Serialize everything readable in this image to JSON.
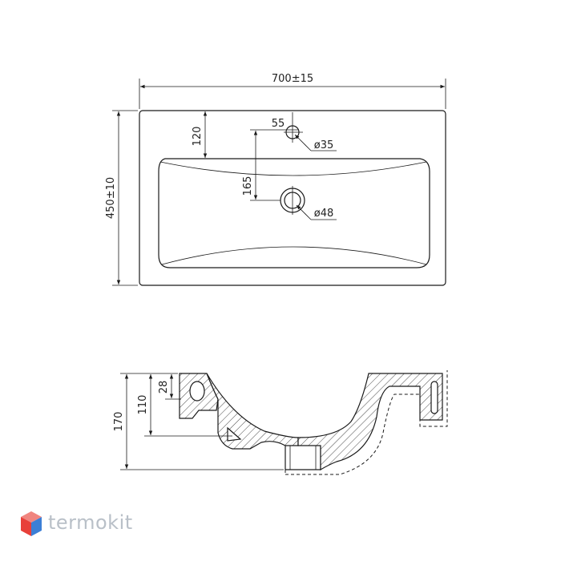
{
  "dimensions": {
    "width": "700±15",
    "depth": "450±10",
    "tap_hole_offset": "120",
    "tap_hole_dia": "ø35",
    "tap_hole_side": "55",
    "drain_offset": "165",
    "drain_dia": "ø48",
    "total_height": "170",
    "bowl_depth": "110",
    "rim_height": "28"
  },
  "brand": {
    "name": "termokit",
    "colors": {
      "logo_red": "#e8403a",
      "logo_blue": "#3c7fd6",
      "logo_text": "#b9c0c8"
    }
  },
  "icons": [
    "cube-logo-icon"
  ]
}
